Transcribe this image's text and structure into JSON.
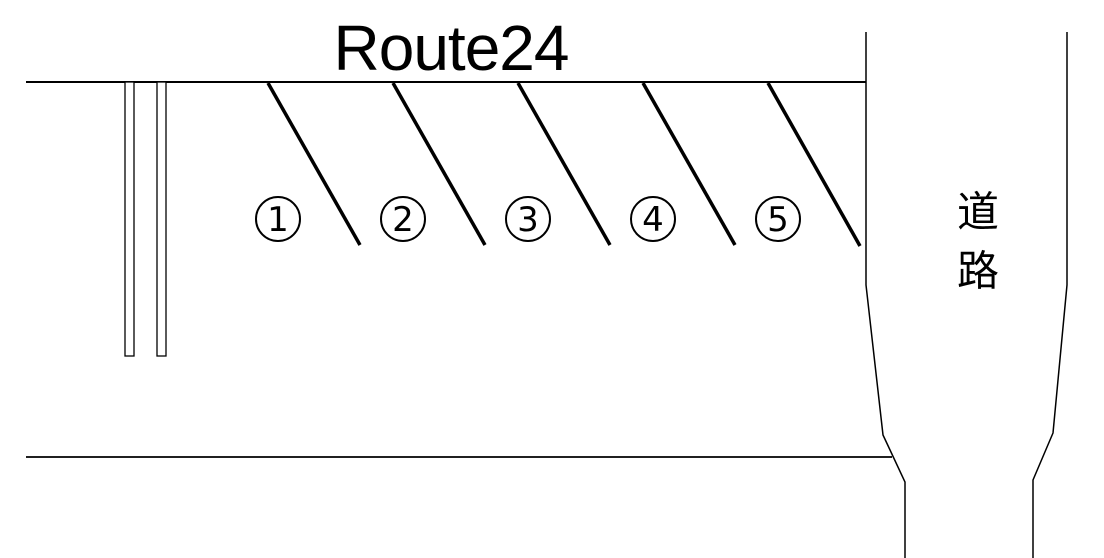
{
  "diagram": {
    "title": "Route24",
    "road_label": "道路",
    "road_label_chars": [
      "道",
      "路"
    ],
    "parking_spaces": [
      {
        "label": "1"
      },
      {
        "label": "2"
      },
      {
        "label": "3"
      },
      {
        "label": "4"
      },
      {
        "label": "5"
      }
    ],
    "colors": {
      "line": "#000000",
      "background": "#ffffff"
    }
  }
}
